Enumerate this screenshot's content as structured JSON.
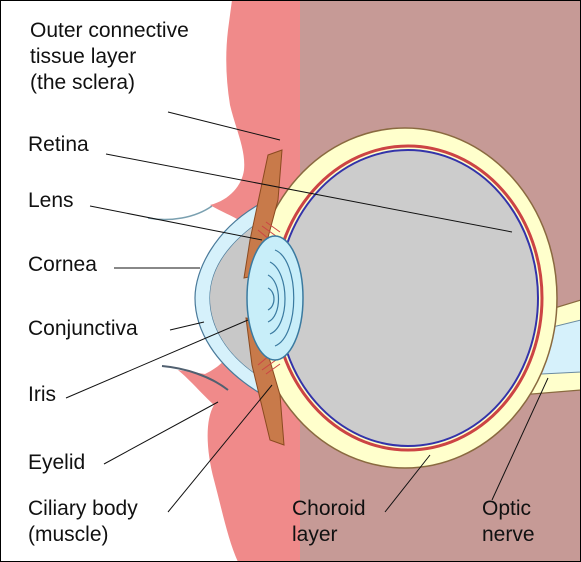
{
  "labels": {
    "sclera": [
      "Outer connective",
      "tissue layer",
      "(the sclera)"
    ],
    "retina": "Retina",
    "lens": "Lens",
    "cornea": "Cornea",
    "conjunctiva": "Conjunctiva",
    "iris": "Iris",
    "eyelid": "Eyelid",
    "ciliary": [
      "Ciliary body",
      "(muscle)"
    ],
    "choroid": [
      "Choroid",
      "layer"
    ],
    "optic": [
      "Optic",
      "nerve"
    ]
  },
  "colors": {
    "background_tissue": "#c69a96",
    "eyelid_skin": "#f08a8a",
    "sclera": "#ffffcc",
    "vitreous": "#cccccc",
    "cornea": "#d6f1fb",
    "lens": "#c8eef9",
    "retina_line": "#3333aa",
    "choroid_line": "#cc4444",
    "iris_ciliary": "#c87a4a"
  }
}
